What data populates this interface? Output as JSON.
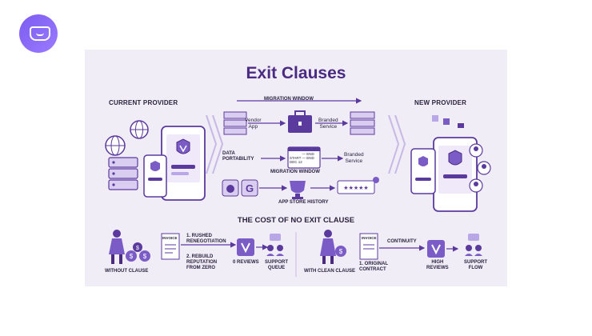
{
  "title": "Exit Clauses",
  "current_provider": "CURRENT PROVIDER",
  "new_provider": "NEW PROVIDER",
  "flow": {
    "migration_window_top": "MIGRATION WINDOW",
    "vendor_app": "Vendor\nApp",
    "branded_service_top": "Branded\nService",
    "data_portability": "DATA\nPORTABILITY",
    "branded_service_mid": "Branded\nService",
    "migration_window_mid": "MIGRATION WINDOW",
    "app_store_history": "APP STORE HISTORY",
    "calendar_lines": [
      "— END",
      "START — END",
      "DEC 12"
    ]
  },
  "cost_title": "THE COST OF NO EXIT CLAUSE",
  "without": {
    "without_clause": "WITHOUT CLAUSE",
    "invoice": "INVOICE",
    "rushed": "1. RUSHED\nRENEGOTIATION",
    "rebuild": "2. REBUILD\nREPUTATION\nFROM ZERO",
    "zero_reviews": "0 REVIEWS",
    "support_queue": "SUPPORT\nQUEUE"
  },
  "with": {
    "with_clause": "WITH CLEAN CLAUSE",
    "invoice": "INVOICE",
    "original_contract": "1. ORIGINAL\nCONTRACT",
    "continuity": "CONTINUITY",
    "high_reviews": "HIGH\nREVIEWS",
    "support_flow": "SUPPORT\nFLOW"
  },
  "colors": {
    "accent": "#5b3a9e",
    "light": "#d9cdf0",
    "panel": "#f0edf7"
  }
}
